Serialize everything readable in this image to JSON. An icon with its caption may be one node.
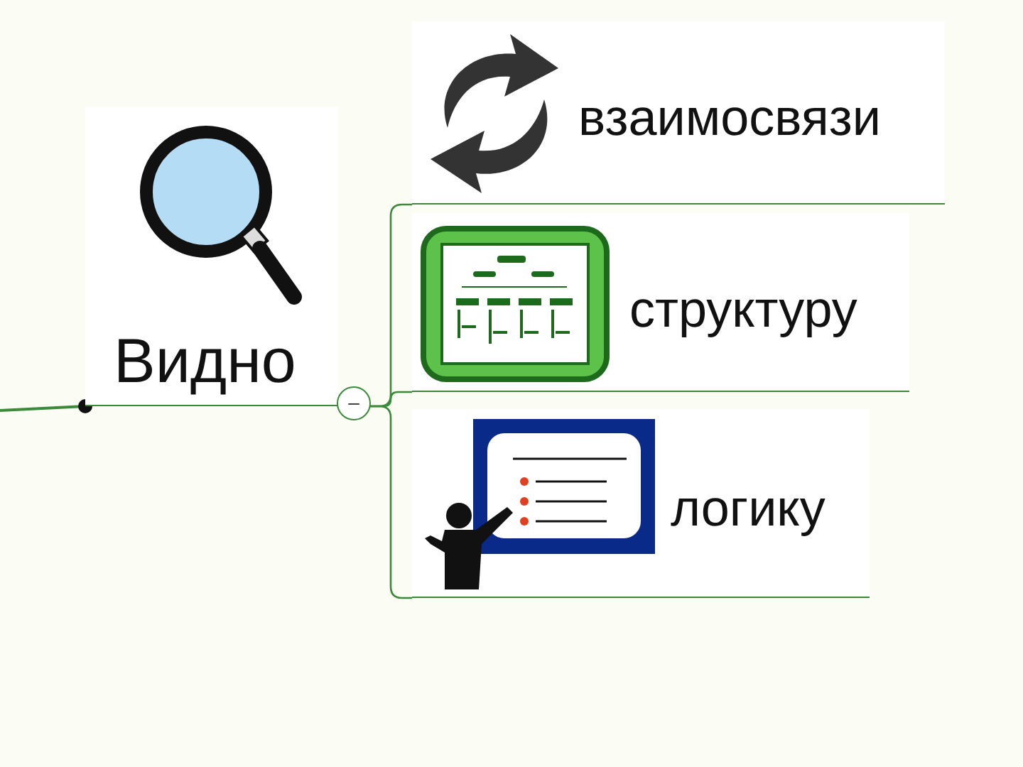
{
  "diagram": {
    "nodes": [
      {
        "text": [
          "Видно"
        ]
      },
      {
        "text": [
          "взаимосвязи"
        ]
      },
      {
        "text": [
          "структуру"
        ]
      },
      {
        "text": [
          "логику"
        ]
      }
    ],
    "edges": [
      {
        "from": null,
        "to": 0,
        "arrow": "other"
      },
      {
        "from": 0,
        "to": 1,
        "arrow": "none"
      },
      {
        "from": 0,
        "to": 2,
        "arrow": "none"
      },
      {
        "from": 0,
        "to": 3,
        "arrow": "none"
      }
    ],
    "labels": [
      "–"
    ]
  }
}
